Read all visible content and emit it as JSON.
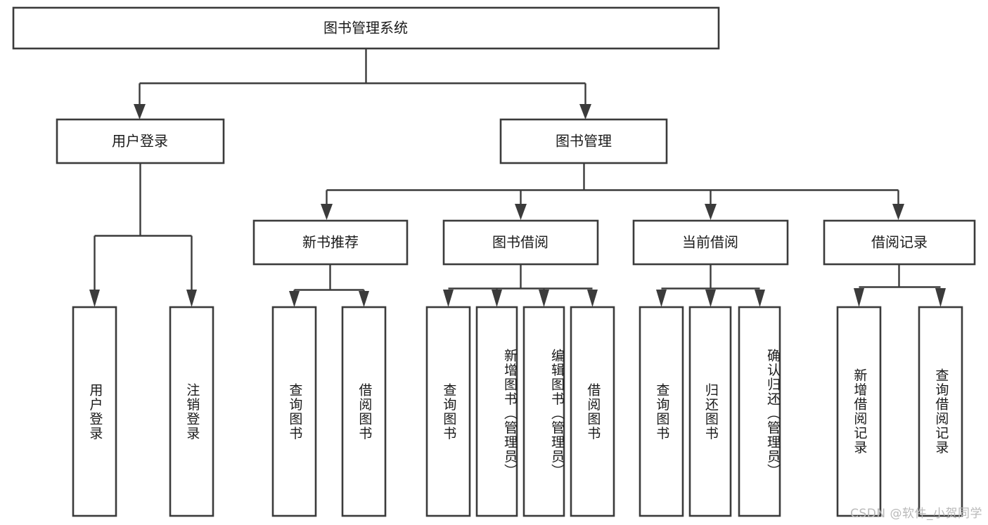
{
  "diagram": {
    "title": "图书管理系统",
    "type": "tree-hierarchy-diagram",
    "colors": {
      "box_stroke": "#3b3b3b",
      "box_fill": "#ffffff",
      "connector": "#3b3b3b",
      "text": "#1a1a1a",
      "background": "#ffffff",
      "watermark": "#b9b9b9"
    },
    "root": {
      "label": "图书管理系统"
    },
    "level2": [
      {
        "label": "用户登录"
      },
      {
        "label": "图书管理"
      }
    ],
    "level3": [
      {
        "label": "新书推荐"
      },
      {
        "label": "图书借阅"
      },
      {
        "label": "当前借阅"
      },
      {
        "label": "借阅记录"
      }
    ],
    "leaves": {
      "user_login": [
        {
          "label": "用户登录"
        },
        {
          "label": "注销登录"
        }
      ],
      "new_book_recommend": [
        {
          "label": "查询图书"
        },
        {
          "label": "借阅图书"
        }
      ],
      "book_borrow": [
        {
          "label": "查询图书"
        },
        {
          "label": "新增图书（管理员）"
        },
        {
          "label": "编辑图书（管理员）"
        },
        {
          "label": "借阅图书"
        }
      ],
      "current_borrow": [
        {
          "label": "查询图书"
        },
        {
          "label": "归还图书"
        },
        {
          "label": "确认归还（管理员）"
        }
      ],
      "borrow_record": [
        {
          "label": "新增借阅记录"
        },
        {
          "label": "查询借阅记录"
        }
      ]
    }
  },
  "watermark": {
    "text": "CSDN @软件_小贺同学"
  }
}
